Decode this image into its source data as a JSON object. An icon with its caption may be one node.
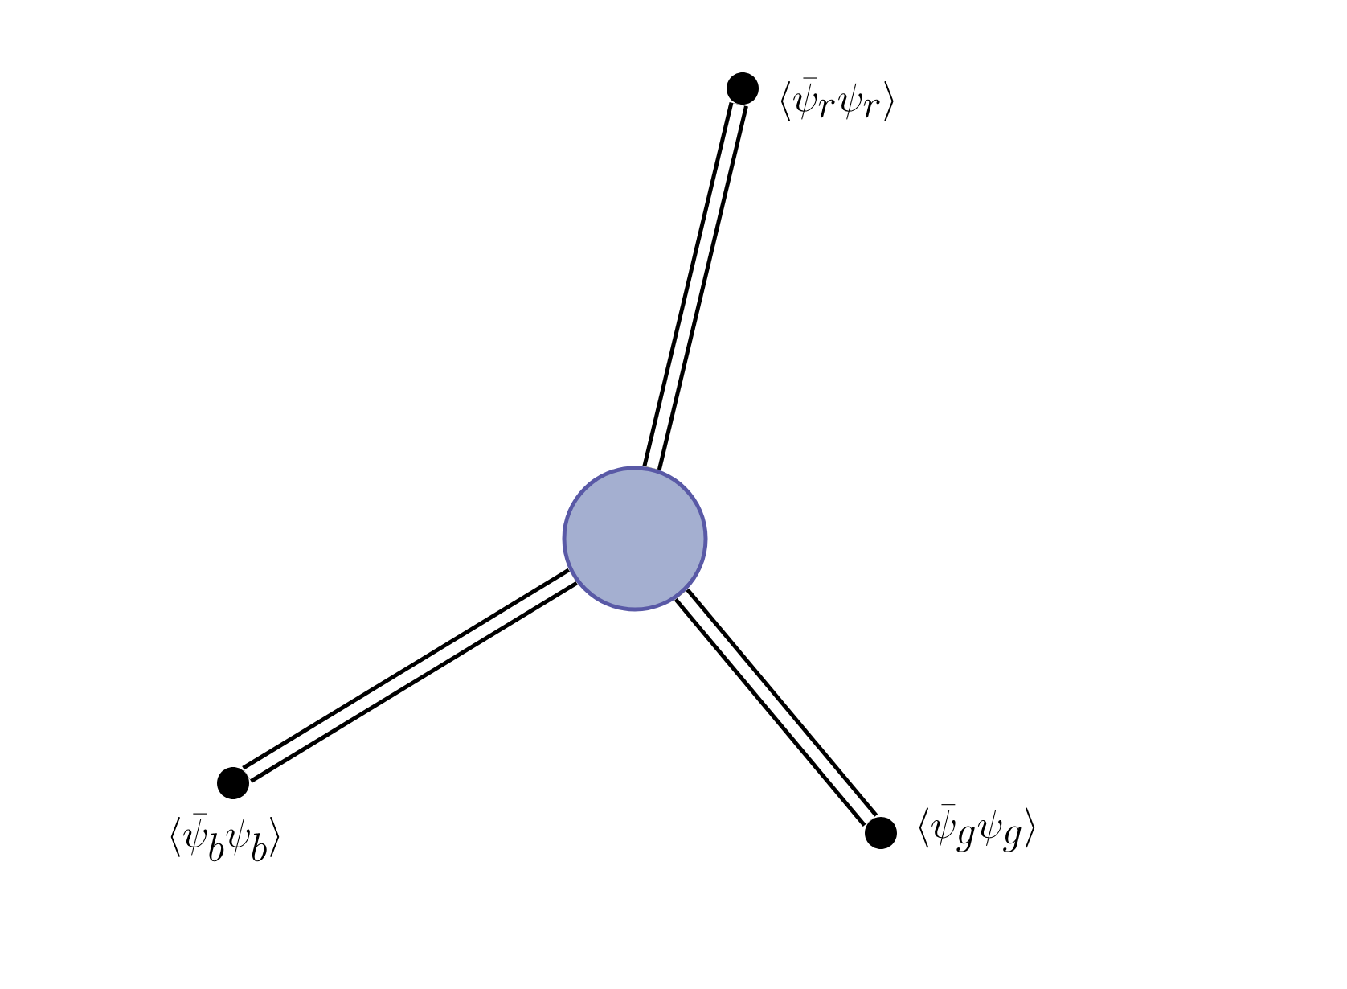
{
  "diagram": {
    "nodes": [
      {
        "text": [],
        "shape": "circle"
      },
      {
        "text": [],
        "shape": "circle",
        "beside": [
          "\\langle \\bar\\psi_r \\psi_r \\rangle"
        ]
      },
      {
        "text": [],
        "shape": "circle",
        "beside": [
          "\\langle \\bar\\psi_g \\psi_g \\rangle"
        ]
      },
      {
        "text": [],
        "shape": "circle",
        "beside": [
          "\\langle \\bar\\psi_b \\psi_b \\rangle"
        ]
      }
    ],
    "edges": [
      {
        "from": 0,
        "to": 1,
        "arrow": "none"
      },
      {
        "from": 0,
        "to": 2,
        "arrow": "none"
      },
      {
        "from": 0,
        "to": 3,
        "arrow": "none"
      }
    ]
  }
}
